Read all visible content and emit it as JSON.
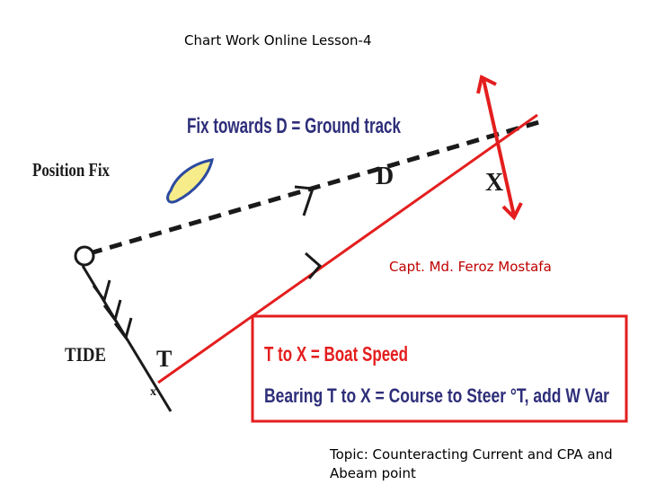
{
  "slide": {
    "title": "Chart Work Online Lesson-4",
    "author": "Capt. Md. Feroz Mostafa",
    "topic": "Topic: Counteracting Current and CPA and Abeam point"
  },
  "diagram": {
    "header_text": "Fix towards D = Ground track",
    "position_fix_label": "Position Fix",
    "tide_label": "TIDE",
    "point_t": "T",
    "point_d": "D",
    "point_x": "X",
    "box_line_1": "T to X = Boat Speed",
    "box_line_2": "Bearing T to X = Course to Steer °T, add W Var",
    "colors": {
      "red": "#e41e1e",
      "ink": "#1a1a1a",
      "blob_fill": "#f6ec8a",
      "blob_stroke": "#2b4aa0"
    }
  }
}
